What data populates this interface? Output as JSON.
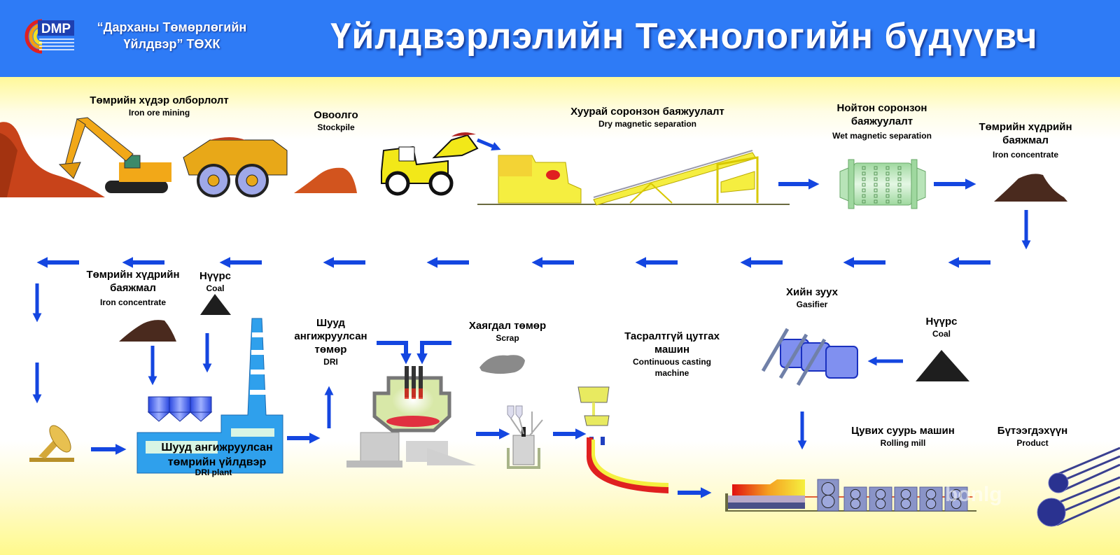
{
  "header": {
    "logo_text": "DMP",
    "company_line1": "“Дарханы Төмөрлөгийн",
    "company_line2": "Үйлдвэр” ТӨХК",
    "title": "Үйлдвэрлэлийн Технологийн бүдүүвч",
    "bg_color": "#2e7bf6"
  },
  "stages": {
    "mining": {
      "mn": "Төмрийн хүдэр олборлолт",
      "en": "Iron ore mining"
    },
    "stockpile": {
      "mn": "Овоолго",
      "en": "Stockpile"
    },
    "dry_sep": {
      "mn": "Хуурай соронзон баяжуулалт",
      "en": "Dry magnetic separation"
    },
    "wet_sep": {
      "mn1": "Нойтон соронзон",
      "mn2": "баяжуулалт",
      "en": "Wet magnetic separation"
    },
    "concentrate_top": {
      "mn1": "Төмрийн хүдрийн",
      "mn2": "баяжмал",
      "en": "Iron concentrate"
    },
    "concentrate_dri": {
      "mn1": "Төмрийн хүдрийн",
      "mn2": "баяжмал",
      "en": "Iron concentrate"
    },
    "coal_dri": {
      "mn": "Нүүрс",
      "en": "Coal"
    },
    "dri_plant": {
      "mn1": "Шууд ангижруулсан",
      "mn2": "төмрийн үйлдвэр",
      "en": "DRI plant"
    },
    "dri": {
      "mn1": "Шууд",
      "mn2": "ангижруулсан",
      "mn3": "төмөр",
      "en": "DRI"
    },
    "scrap": {
      "mn": "Хаягдал төмөр",
      "en": "Scrap"
    },
    "casting": {
      "mn1": "Тасралтгүй цутгах",
      "mn2": "машин",
      "en1": "Continuous casting",
      "en2": "machine"
    },
    "gasifier": {
      "mn": "Хийн зуух",
      "en": "Gasifier"
    },
    "coal_gas": {
      "mn": "Нүүрс",
      "en": "Coal"
    },
    "rolling": {
      "mn": "Цувих суурь машин",
      "en": "Rolling mill"
    },
    "product": {
      "mn": "Бүтээгдэхүүн",
      "en": "Product"
    }
  },
  "colors": {
    "arrow": "#1446e0",
    "machine_yellow": "#f5e52a",
    "dri_plant_blue": "#2fa0ec",
    "ore_red": "#c8431a"
  },
  "watermark": "bonlg"
}
